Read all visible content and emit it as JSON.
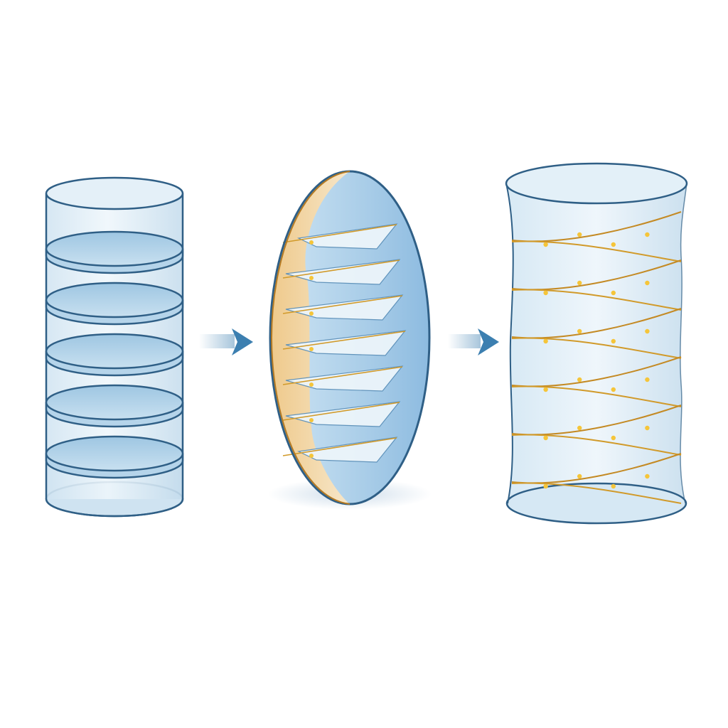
{
  "colors": {
    "background": "#ffffff",
    "outline": "#2f5f86",
    "glass_light": "#e3f0f8",
    "glass_mid": "#b9d6ea",
    "disc_fill": "#a9cde6",
    "arrow": "#3c7fb0",
    "gold": "#d19a2a",
    "gold_dot": "#f5c53a",
    "peach": "#f2cf95"
  },
  "panels": [
    {
      "id": "stacked-cylinder",
      "description_icon": "stacked-discs-cylinder-icon",
      "disc_count": 5
    },
    {
      "id": "oval-cross-section",
      "description_icon": "oval-with-inner-folds-icon",
      "fold_count": 7
    },
    {
      "id": "helix-tube",
      "description_icon": "helical-wound-tube-icon",
      "turns": 6
    }
  ],
  "arrows": [
    {
      "from": "stacked-cylinder",
      "to": "oval-cross-section",
      "icon": "right-arrow-icon"
    },
    {
      "from": "oval-cross-section",
      "to": "helix-tube",
      "icon": "right-arrow-icon"
    }
  ]
}
